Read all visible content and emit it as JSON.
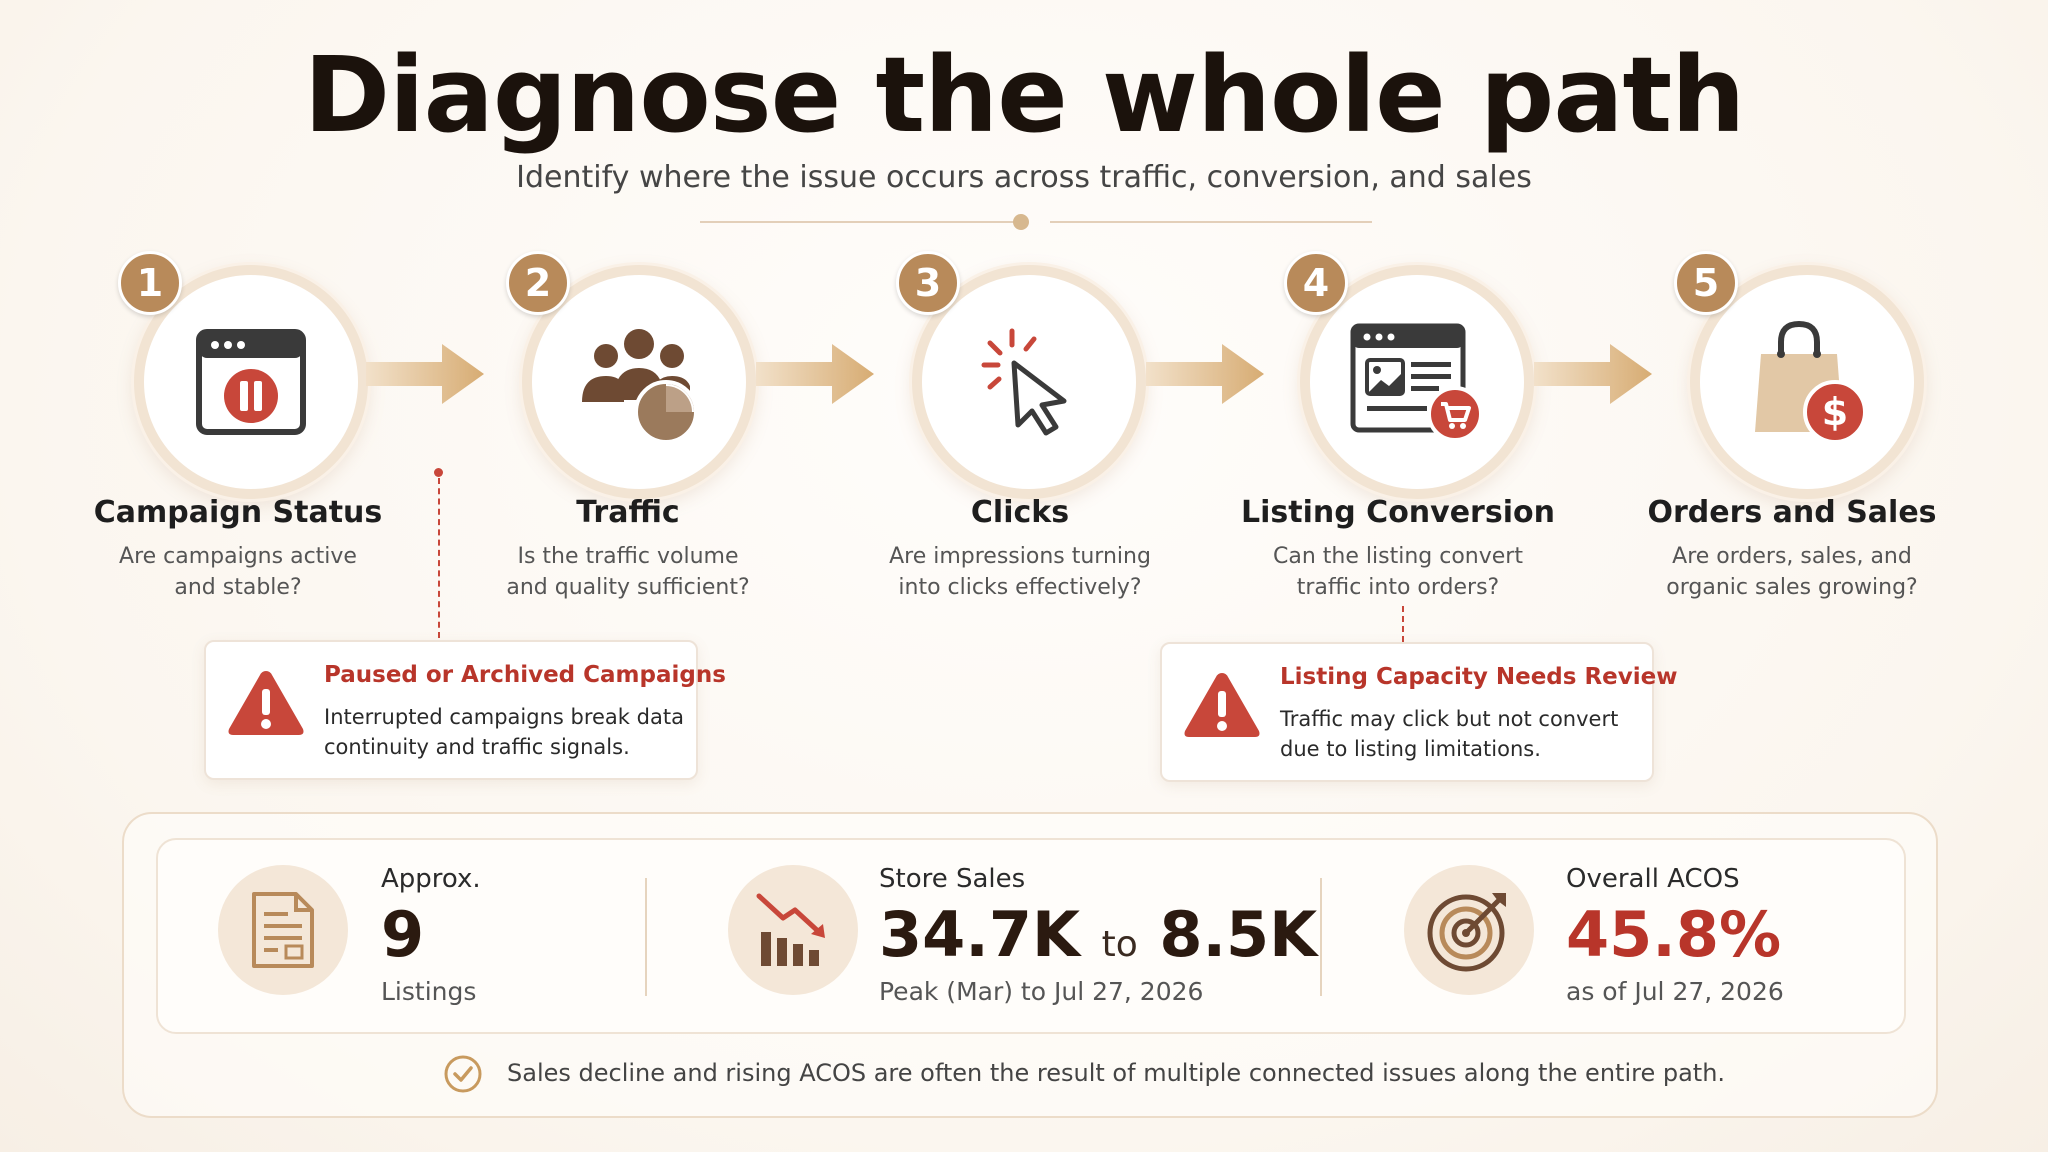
{
  "header": {
    "title": "Diagnose the whole path",
    "subtitle": "Identify where the issue occurs across traffic, conversion, and sales"
  },
  "steps": [
    {
      "number": "1",
      "title": "Campaign Status",
      "desc_line1": "Are campaigns active",
      "desc_line2": "and stable?",
      "icon": "paused-campaign-window-icon"
    },
    {
      "number": "2",
      "title": "Traffic",
      "desc_line1": "Is the traffic volume",
      "desc_line2": "and quality sufficient?",
      "icon": "audience-chart-icon"
    },
    {
      "number": "3",
      "title": "Clicks",
      "desc_line1": "Are impressions turning",
      "desc_line2": "into clicks effectively?",
      "icon": "cursor-click-icon"
    },
    {
      "number": "4",
      "title": "Listing Conversion",
      "desc_line1": "Can the listing convert",
      "desc_line2": "traffic into orders?",
      "icon": "listing-cart-icon"
    },
    {
      "number": "5",
      "title": "Orders and Sales",
      "desc_line1": "Are orders, sales, and",
      "desc_line2": "organic sales growing?",
      "icon": "shopping-bag-dollar-icon"
    }
  ],
  "warnings": [
    {
      "title": "Paused or Archived Campaigns",
      "line1": "Interrupted campaigns break data",
      "line2": "continuity and traffic signals.",
      "icon": "warning-triangle-icon"
    },
    {
      "title": "Listing Capacity Needs Review",
      "line1": "Traffic may click but not convert",
      "line2": "due to listing limitations.",
      "icon": "warning-triangle-icon"
    }
  ],
  "metrics": {
    "listings": {
      "label": "Approx.",
      "value": "9",
      "sub": "Listings",
      "icon": "document-icon"
    },
    "store_sales": {
      "label": "Store Sales",
      "from": "34.7K",
      "to_word": "to",
      "to": "8.5K",
      "sub": "Peak (Mar) to Jul 27, 2026",
      "icon": "declining-bars-icon"
    },
    "acos": {
      "label": "Overall ACOS",
      "value": "45.8%",
      "sub": "as of Jul 27, 2026",
      "icon": "target-icon"
    }
  },
  "footer": {
    "note": "Sales decline and rising ACOS are often the result of multiple connected issues along the entire path.",
    "icon": "check-circle-icon"
  },
  "colors": {
    "accent_tan": "#b88a5a",
    "alert_red": "#c8473a",
    "dark_brown": "#6e4a33",
    "title_dark": "#1b120c"
  }
}
